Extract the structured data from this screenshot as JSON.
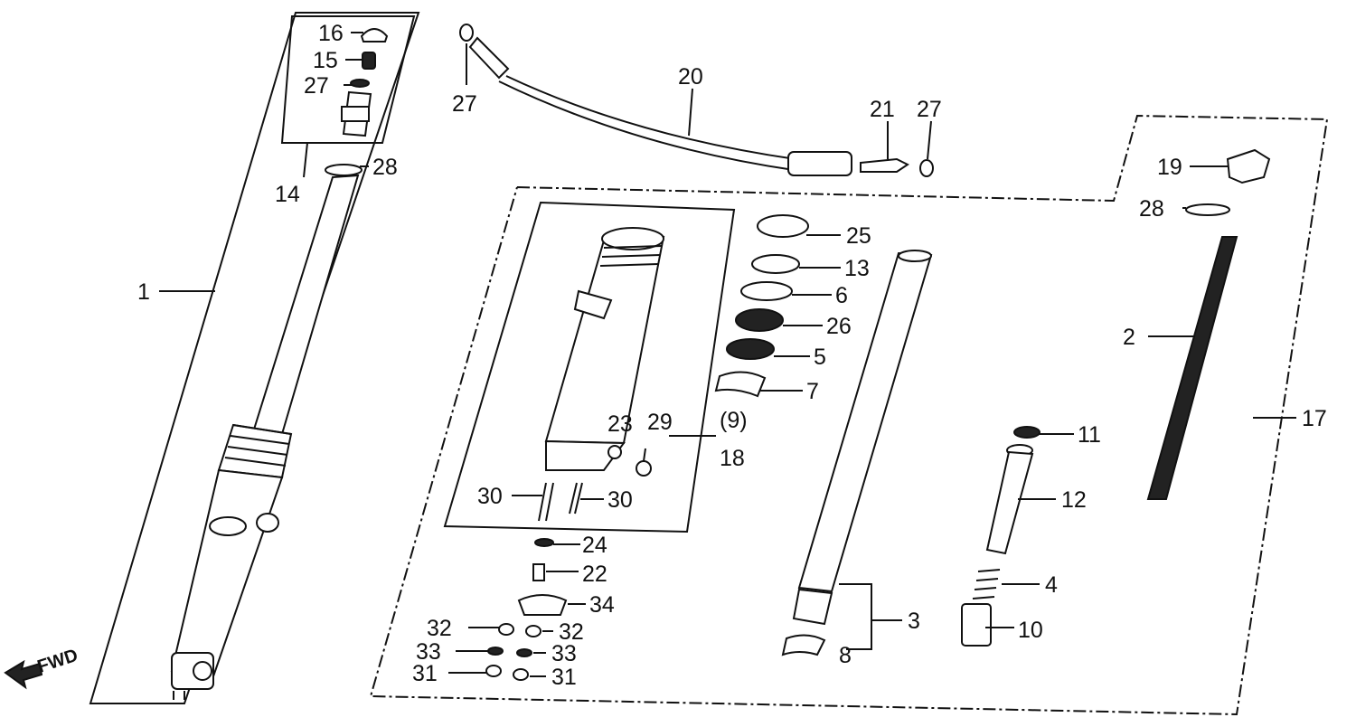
{
  "diagram": {
    "direction_label": "FWD",
    "parts": [
      {
        "id": "p1",
        "text": "1"
      },
      {
        "id": "p2",
        "text": "2"
      },
      {
        "id": "p3",
        "text": "3"
      },
      {
        "id": "p4",
        "text": "4"
      },
      {
        "id": "p5",
        "text": "5"
      },
      {
        "id": "p6",
        "text": "6"
      },
      {
        "id": "p7",
        "text": "7"
      },
      {
        "id": "p8",
        "text": "8"
      },
      {
        "id": "p9",
        "text": "(9)"
      },
      {
        "id": "p10",
        "text": "10"
      },
      {
        "id": "p11",
        "text": "11"
      },
      {
        "id": "p12",
        "text": "12"
      },
      {
        "id": "p13",
        "text": "13"
      },
      {
        "id": "p14",
        "text": "14"
      },
      {
        "id": "p15",
        "text": "15"
      },
      {
        "id": "p16",
        "text": "16"
      },
      {
        "id": "p17",
        "text": "17"
      },
      {
        "id": "p18",
        "text": "18"
      },
      {
        "id": "p19",
        "text": "19"
      },
      {
        "id": "p20",
        "text": "20"
      },
      {
        "id": "p21",
        "text": "21"
      },
      {
        "id": "p22",
        "text": "22"
      },
      {
        "id": "p23",
        "text": "23"
      },
      {
        "id": "p24",
        "text": "24"
      },
      {
        "id": "p25",
        "text": "25"
      },
      {
        "id": "p26",
        "text": "26"
      },
      {
        "id": "p27a",
        "text": "27"
      },
      {
        "id": "p27b",
        "text": "27"
      },
      {
        "id": "p27c",
        "text": "27"
      },
      {
        "id": "p28a",
        "text": "28"
      },
      {
        "id": "p28b",
        "text": "28"
      },
      {
        "id": "p29",
        "text": "29"
      },
      {
        "id": "p30a",
        "text": "30"
      },
      {
        "id": "p30b",
        "text": "30"
      },
      {
        "id": "p31a",
        "text": "31"
      },
      {
        "id": "p31b",
        "text": "31"
      },
      {
        "id": "p32a",
        "text": "32"
      },
      {
        "id": "p32b",
        "text": "32"
      },
      {
        "id": "p33a",
        "text": "33"
      },
      {
        "id": "p33b",
        "text": "33"
      },
      {
        "id": "p34",
        "text": "34"
      }
    ]
  }
}
